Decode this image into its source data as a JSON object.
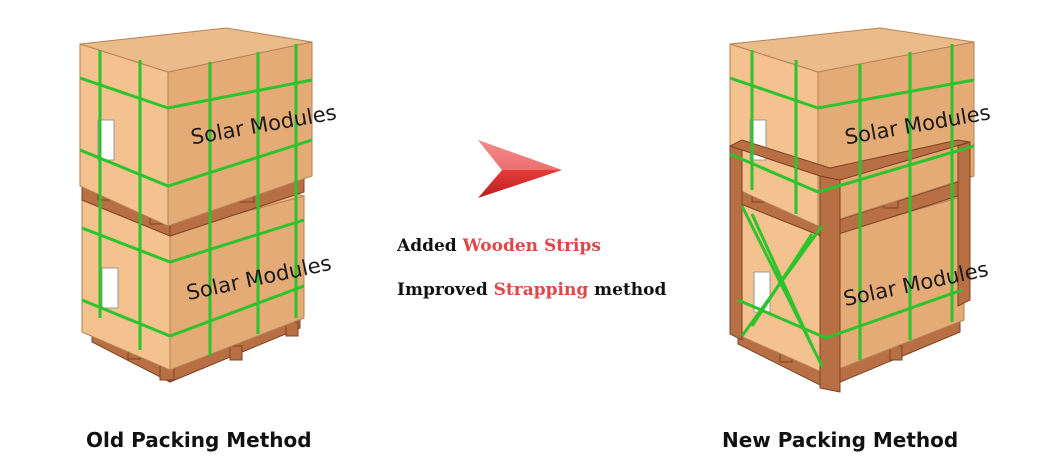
{
  "box_label": "Solar Modules",
  "notes": {
    "line1_prefix": "Added ",
    "line1_highlight": "Wooden Strips",
    "line2_prefix": "Improved ",
    "line2_highlight": "Strapping",
    "line2_suffix": " method"
  },
  "captions": {
    "old": "Old Packing Method",
    "new": "New Packing Method"
  },
  "colors": {
    "box": "#f3c28e",
    "box_side": "#e5ab76",
    "box_top": "#ecbb8a",
    "wood": "#b86f44",
    "strap": "#2cc32c",
    "highlight": "#e0464a",
    "arrow": "#e83c3c"
  },
  "icons": {
    "arrow": "right-arrow-icon"
  }
}
